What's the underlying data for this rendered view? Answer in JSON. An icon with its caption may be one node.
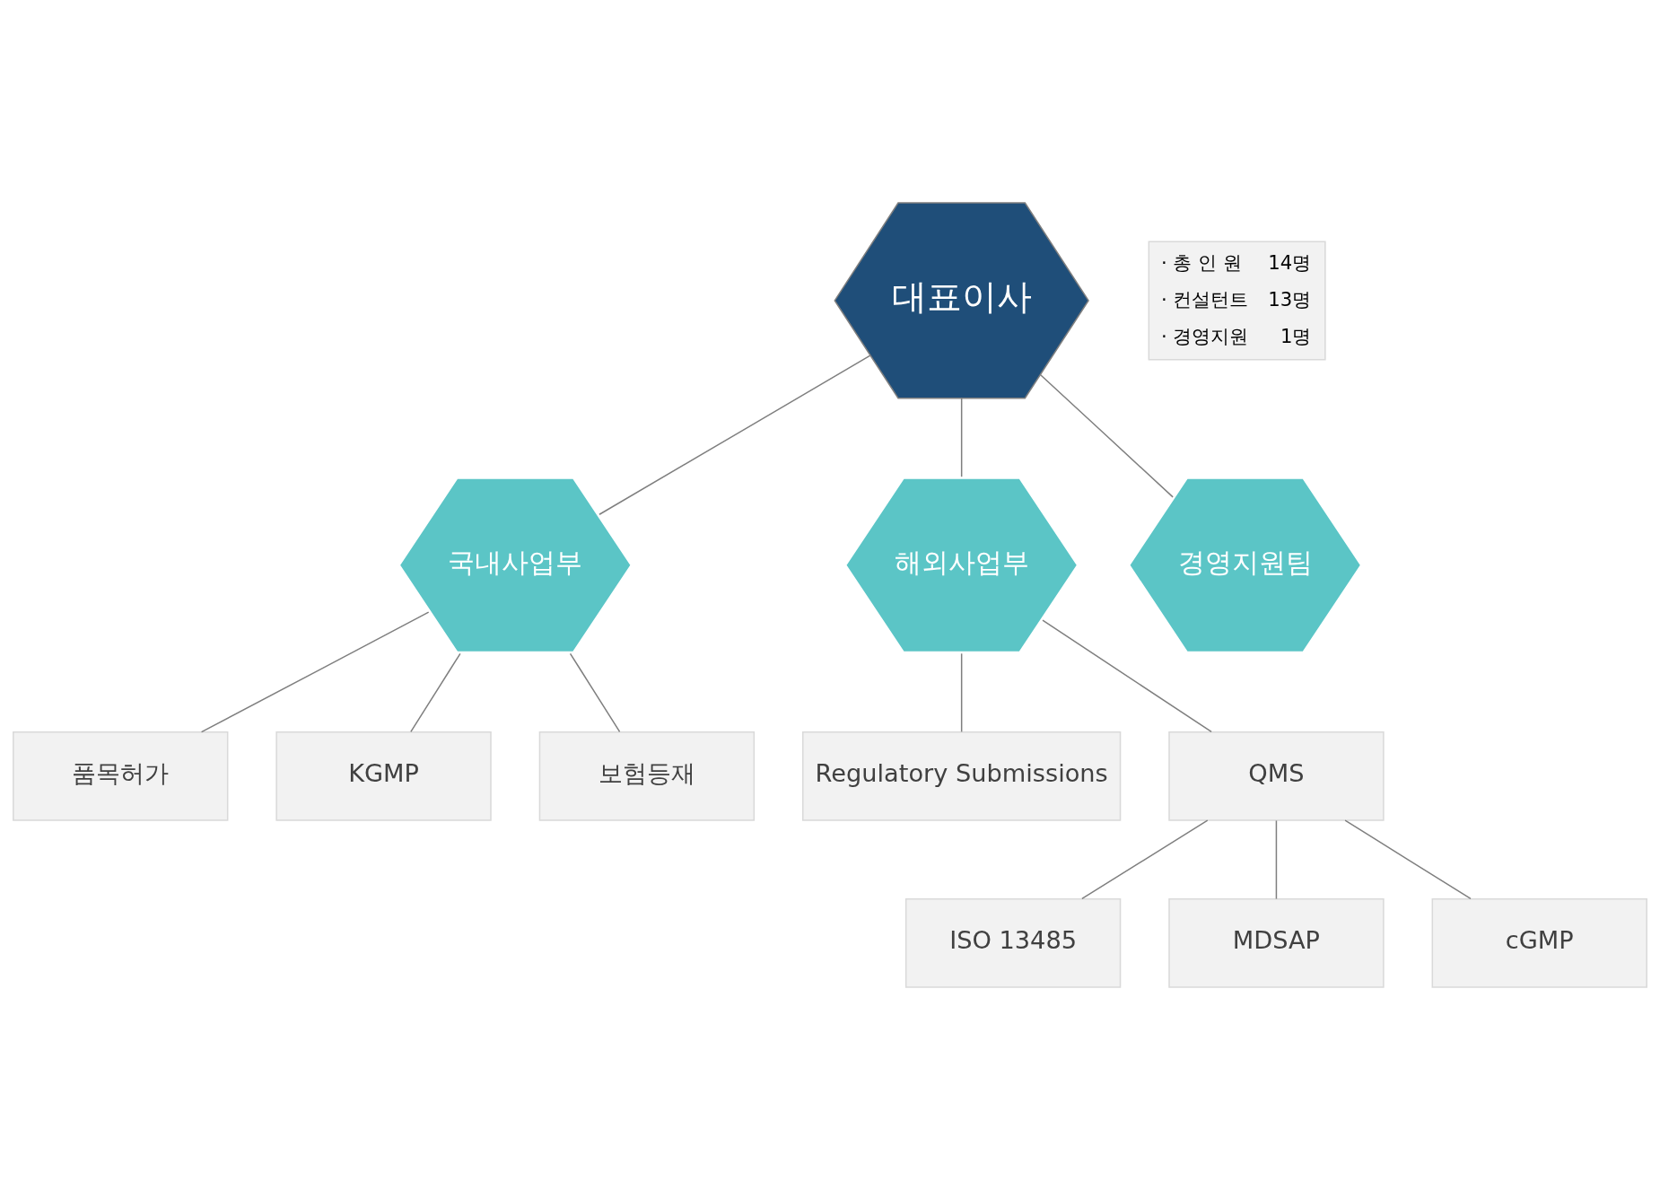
{
  "diagram": {
    "nodes": [
      {
        "text": [
          "대표이사"
        ]
      },
      {
        "text": [
          "국내사업부"
        ]
      },
      {
        "text": [
          "해외사업부"
        ]
      },
      {
        "text": [
          "경영지원팀"
        ]
      },
      {
        "text": [
          "품목허가"
        ]
      },
      {
        "text": [
          "KGMP"
        ]
      },
      {
        "text": [
          "보험등재"
        ]
      },
      {
        "text": [
          "Regulatory Submissions"
        ]
      },
      {
        "text": [
          "QMS"
        ]
      },
      {
        "text": [
          "ISO 13485"
        ]
      },
      {
        "text": [
          "MDSAP"
        ]
      },
      {
        "text": [
          "cGMP"
        ]
      },
      {
        "text": [
          "· 총 인 원",
          "14명",
          "· 컨설턴트",
          "13명",
          "· 경영지원",
          "1명"
        ]
      }
    ],
    "edges": [
      {
        "from": 0,
        "to": 1,
        "arrow": "none"
      },
      {
        "from": 0,
        "to": 2,
        "arrow": "none"
      },
      {
        "from": 0,
        "to": 3,
        "arrow": "none"
      },
      {
        "from": 1,
        "to": 4,
        "arrow": "none"
      },
      {
        "from": 1,
        "to": 5,
        "arrow": "none"
      },
      {
        "from": 1,
        "to": 6,
        "arrow": "none"
      },
      {
        "from": 2,
        "to": 7,
        "arrow": "none"
      },
      {
        "from": 2,
        "to": 8,
        "arrow": "none"
      },
      {
        "from": 8,
        "to": 9,
        "arrow": "none"
      },
      {
        "from": 8,
        "to": 10,
        "arrow": "none"
      },
      {
        "from": 8,
        "to": 11,
        "arrow": "none"
      }
    ]
  }
}
